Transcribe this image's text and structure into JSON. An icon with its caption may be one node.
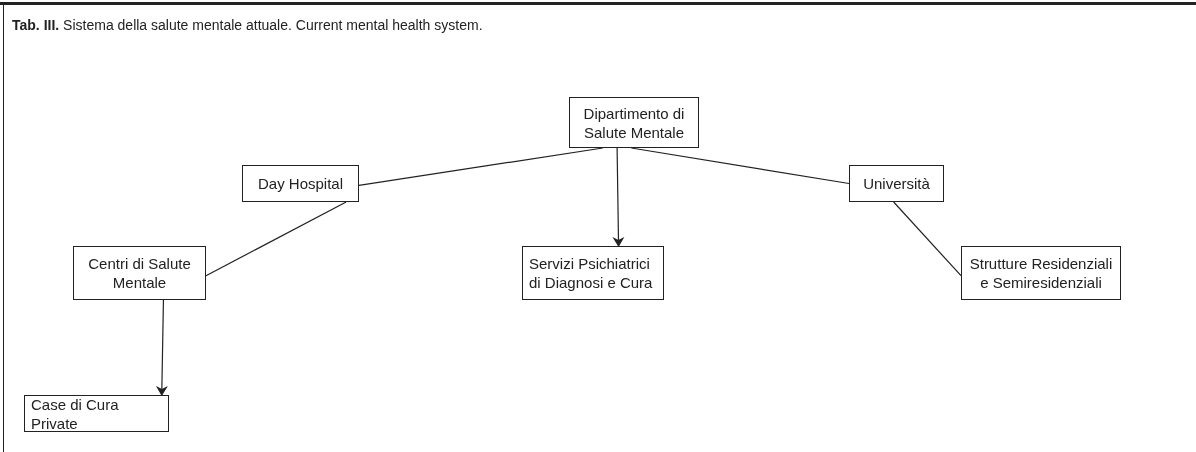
{
  "diagram": {
    "title": "**Tab. III.** Sistema della salute mentale attuale. Current mental health system.",
    "nodes": [
      {
        "text": [
          "Dipartimento di Salute Mentale"
        ]
      },
      {
        "text": [
          "Day Hospital"
        ]
      },
      {
        "text": [
          "Università"
        ]
      },
      {
        "text": [
          "Centri di Salute Mentale"
        ]
      },
      {
        "text": [
          "Servizi Psichiatrici di Diagnosi e Cura"
        ]
      },
      {
        "text": [
          "Strutture Residenziali e Semiresidenziali"
        ]
      },
      {
        "text": [
          "Case di Cura Private"
        ]
      }
    ],
    "edges": [
      {
        "from": 0,
        "to": 1,
        "arrow": "none"
      },
      {
        "from": 0,
        "to": 2,
        "arrow": "none"
      },
      {
        "from": 0,
        "to": 4,
        "arrow": "to"
      },
      {
        "from": 1,
        "to": 3,
        "arrow": "none"
      },
      {
        "from": 2,
        "to": 5,
        "arrow": "none"
      },
      {
        "from": 3,
        "to": 6,
        "arrow": "to"
      }
    ]
  }
}
